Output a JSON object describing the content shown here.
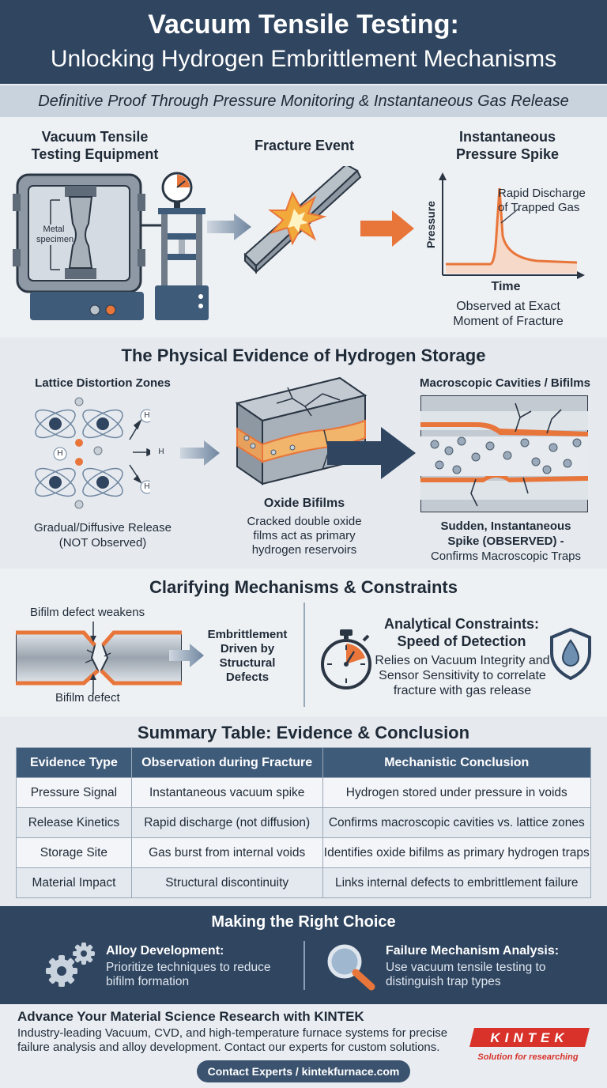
{
  "header": {
    "title_line1": "Vacuum Tensile Testing:",
    "title_line2": "Unlocking Hydrogen Embrittlement Mechanisms",
    "subtitle": "Definitive Proof Through Pressure Monitoring & Instantaneous Gas Release"
  },
  "process": {
    "equipment_line1": "Vacuum Tensile",
    "equipment_line2": "Testing Equipment",
    "specimen_line1": "Metal",
    "specimen_line2": "specimen",
    "fracture_title": "Fracture Event",
    "spike_line1": "Instantaneous",
    "spike_line2": "Pressure Spike",
    "discharge_line1": "Rapid Discharge",
    "discharge_line2": "of Trapped Gas",
    "y_axis": "Pressure",
    "x_axis": "Time",
    "observed_line1": "Observed at Exact",
    "observed_line2": "Moment of Fracture"
  },
  "evidence": {
    "title": "The Physical Evidence of Hydrogen Storage",
    "lattice_title": "Lattice Distortion Zones",
    "h_label": "H",
    "gradual_line1": "Gradual/Diffusive Release",
    "gradual_line2": "(NOT Observed)",
    "oxide_title": "Oxide Bifilms",
    "oxide_line1": "Cracked double oxide",
    "oxide_line2": "films act as primary",
    "oxide_line3": "hydrogen reservoirs",
    "cavities_title": "Macroscopic Cavities / Bifilms",
    "sudden_line1": "Sudden, Instantaneous",
    "sudden_line2": "Spike (OBSERVED) -",
    "sudden_line3": "Confirms Macroscopic Traps"
  },
  "mechanisms": {
    "title": "Clarifying Mechanisms & Constraints",
    "weakens_label": "Bifilm defect weakens",
    "defect_label": "Bifilm defect",
    "embrittle_line1": "Embrittlement",
    "embrittle_line2": "Driven by",
    "embrittle_line3": "Structural",
    "embrittle_line4": "Defects",
    "constraints_line1": "Analytical Constraints:",
    "constraints_line2": "Speed of Detection",
    "relies_line1": "Relies on Vacuum Integrity and",
    "relies_line2": "Sensor Sensitivity to correlate",
    "relies_line3": "fracture with gas release"
  },
  "summary": {
    "title": "Summary Table: Evidence & Conclusion",
    "headers": [
      "Evidence Type",
      "Observation during Fracture",
      "Mechanistic Conclusion"
    ],
    "rows": [
      [
        "Pressure Signal",
        "Instantaneous vacuum spike",
        "Hydrogen stored under pressure in voids"
      ],
      [
        "Release Kinetics",
        "Rapid discharge (not diffusion)",
        "Confirms macroscopic cavities vs. lattice zones"
      ],
      [
        "Storage Site",
        "Gas burst from internal voids",
        "Identifies oxide bifilms as primary hydrogen traps"
      ],
      [
        "Material Impact",
        "Structural discontinuity",
        "Links internal defects to embrittlement failure"
      ]
    ]
  },
  "choice": {
    "title": "Making the Right Choice",
    "alloy_title": "Alloy Development:",
    "alloy_line1": "Prioritize techniques to reduce",
    "alloy_line2": "bifilm formation",
    "failure_title": "Failure Mechanism Analysis:",
    "failure_line1": "Use vacuum tensile testing to",
    "failure_line2": "distinguish trap types"
  },
  "cta": {
    "title": "Advance Your Material Science Research with KINTEK",
    "line1": "Industry-leading Vacuum, CVD, and high-temperature furnace systems for precise",
    "line2": "failure analysis and alloy development. Contact our experts for custom solutions.",
    "button": "Contact Experts / kintekfurnace.com",
    "logo_text": "KINTEK",
    "logo_tagline": "Solution for researching"
  },
  "colors": {
    "navy": "#2f4560",
    "accent_orange": "#e8753a",
    "steel": "#9aa4ae"
  }
}
